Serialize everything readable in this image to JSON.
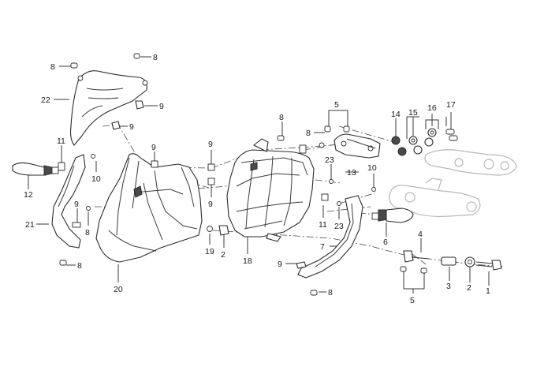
{
  "labels": [
    {
      "id": "l8a",
      "text": "8"
    },
    {
      "id": "l8b",
      "text": "8"
    },
    {
      "id": "l22",
      "text": "22"
    },
    {
      "id": "l9a",
      "text": "9"
    },
    {
      "id": "l9b",
      "text": "9"
    },
    {
      "id": "l11a",
      "text": "11"
    },
    {
      "id": "l10a",
      "text": "10"
    },
    {
      "id": "l12",
      "text": "12"
    },
    {
      "id": "l9c",
      "text": "9"
    },
    {
      "id": "l8c",
      "text": "8"
    },
    {
      "id": "l21",
      "text": "21"
    },
    {
      "id": "l8d",
      "text": "8"
    },
    {
      "id": "l20",
      "text": "20"
    },
    {
      "id": "l9d",
      "text": "9"
    },
    {
      "id": "l9e",
      "text": "9"
    },
    {
      "id": "l9f",
      "text": "9"
    },
    {
      "id": "l19",
      "text": "19"
    },
    {
      "id": "l2a",
      "text": "2"
    },
    {
      "id": "l18",
      "text": "18"
    },
    {
      "id": "l8e",
      "text": "8"
    },
    {
      "id": "l8f",
      "text": "8"
    },
    {
      "id": "l5a",
      "text": "5"
    },
    {
      "id": "l23a",
      "text": "23"
    },
    {
      "id": "l13",
      "text": "13"
    },
    {
      "id": "l10b",
      "text": "10"
    },
    {
      "id": "l11b",
      "text": "11"
    },
    {
      "id": "l23b",
      "text": "23"
    },
    {
      "id": "l14",
      "text": "14"
    },
    {
      "id": "l15",
      "text": "15"
    },
    {
      "id": "l16",
      "text": "16"
    },
    {
      "id": "l17",
      "text": "17"
    },
    {
      "id": "l6",
      "text": "6"
    },
    {
      "id": "l4",
      "text": "4"
    },
    {
      "id": "l7",
      "text": "7"
    },
    {
      "id": "l9g",
      "text": "9"
    },
    {
      "id": "l8g",
      "text": "8"
    },
    {
      "id": "l5b",
      "text": "5"
    },
    {
      "id": "l3",
      "text": "3"
    },
    {
      "id": "l2b",
      "text": "2"
    },
    {
      "id": "l1",
      "text": "1"
    }
  ]
}
